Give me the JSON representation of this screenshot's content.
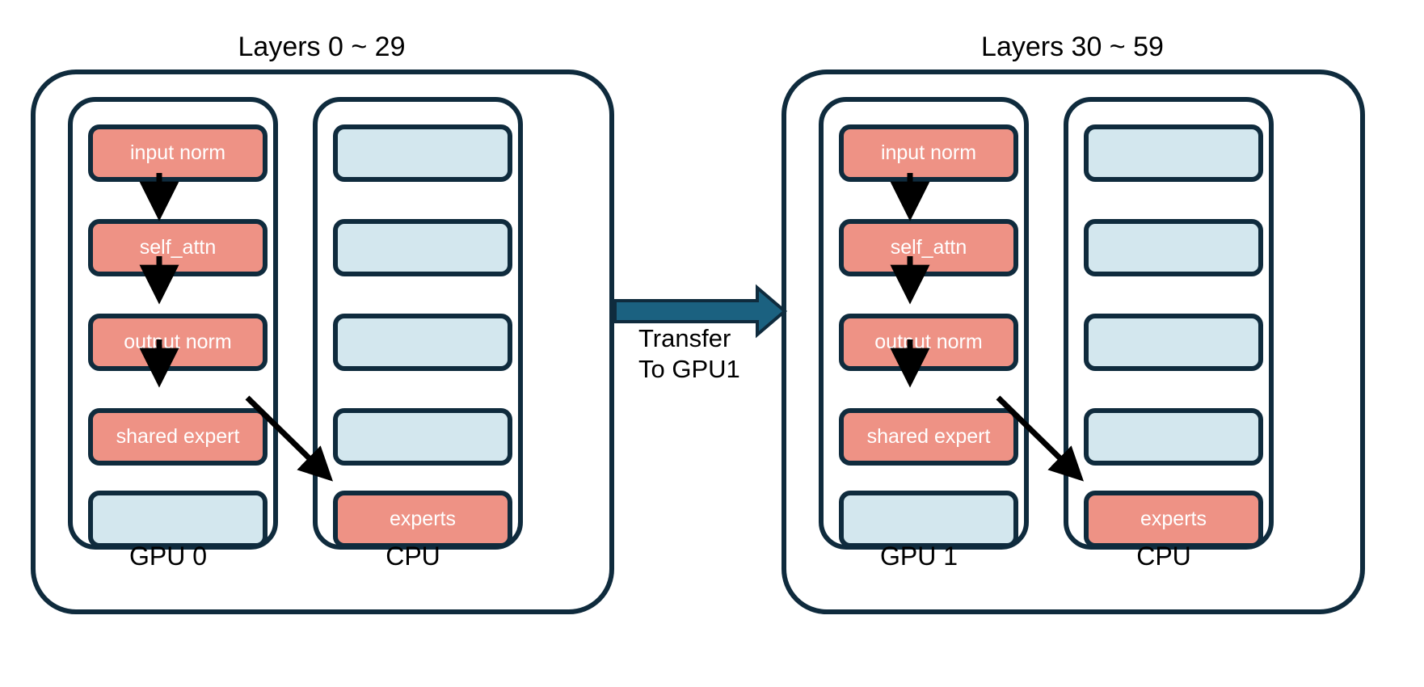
{
  "diagram": {
    "title_left": "Layers 0 ~ 29",
    "title_right": "Layers 30 ~ 59",
    "colors": {
      "active_block": "#ee9285",
      "inactive_block": "#d3e7ee",
      "outline": "#0f2b3d",
      "transfer_arrow": "#1b6180",
      "flow_arrow": "#000000",
      "background": "#ffffff"
    },
    "transfer": {
      "label": "Transfer\nTo GPU1",
      "line1": "Transfer",
      "line2": "To GPU1",
      "direction": "left-to-right"
    },
    "panels": [
      {
        "id": "panel-left",
        "title": "Layers 0 ~ 29",
        "columns": [
          {
            "id": "gpu-0",
            "label": "GPU 0",
            "blocks": [
              {
                "label": "input norm",
                "state": "active"
              },
              {
                "label": "self_attn",
                "state": "active"
              },
              {
                "label": "output norm",
                "state": "active"
              },
              {
                "label": "shared expert",
                "state": "active"
              },
              {
                "label": "",
                "state": "inactive"
              }
            ]
          },
          {
            "id": "cpu-left",
            "label": "CPU",
            "blocks": [
              {
                "label": "",
                "state": "inactive"
              },
              {
                "label": "",
                "state": "inactive"
              },
              {
                "label": "",
                "state": "inactive"
              },
              {
                "label": "",
                "state": "inactive"
              },
              {
                "label": "experts",
                "state": "active"
              }
            ]
          }
        ]
      },
      {
        "id": "panel-right",
        "title": "Layers 30 ~ 59",
        "columns": [
          {
            "id": "gpu-1",
            "label": "GPU 1",
            "blocks": [
              {
                "label": "input norm",
                "state": "active"
              },
              {
                "label": "self_attn",
                "state": "active"
              },
              {
                "label": "output norm",
                "state": "active"
              },
              {
                "label": "shared expert",
                "state": "active"
              },
              {
                "label": "",
                "state": "inactive"
              }
            ]
          },
          {
            "id": "cpu-right",
            "label": "CPU",
            "blocks": [
              {
                "label": "",
                "state": "inactive"
              },
              {
                "label": "",
                "state": "inactive"
              },
              {
                "label": "",
                "state": "inactive"
              },
              {
                "label": "",
                "state": "inactive"
              },
              {
                "label": "experts",
                "state": "active"
              }
            ]
          }
        ]
      }
    ]
  }
}
